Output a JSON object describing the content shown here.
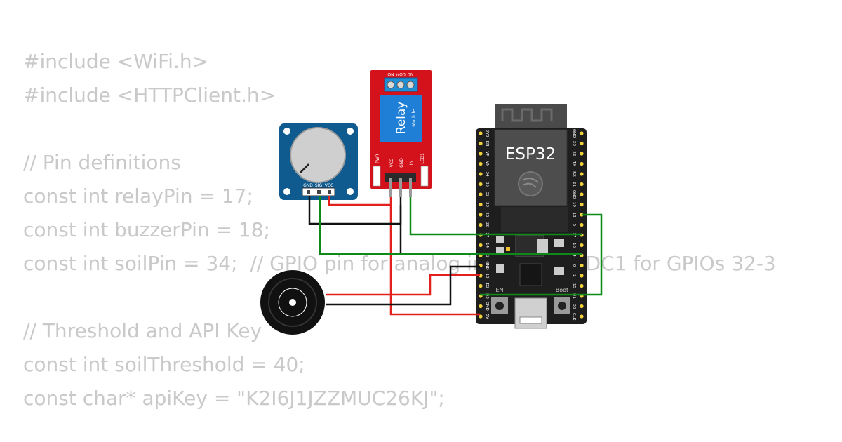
{
  "code": {
    "lines": [
      "#include <WiFi.h>",
      "#include <HTTPClient.h>",
      "",
      "// Pin definitions",
      "const int relayPin = 17;",
      "const int buzzerPin = 18;",
      "const int soilPin = 34;  // GPIO pin for analog input (use ADC1 for GPIOs 32-3",
      "",
      "// Threshold and API Key",
      "const int soilThreshold = 40;",
      "const char* apiKey = \"K2I6J1JZZMUC26KJ\";"
    ]
  },
  "relay": {
    "title": "Relay",
    "subtitle": "Module",
    "terminal_labels": [
      "NO",
      "COM",
      "NC"
    ],
    "pin_labels": [
      "VCC",
      "GND",
      "IN"
    ],
    "led_labels": [
      "PWR",
      "LED1"
    ]
  },
  "potentiometer": {
    "pin_labels": [
      "GND",
      "SIG",
      "VCC"
    ]
  },
  "esp32": {
    "label": "ESP32",
    "buttons": [
      "EN",
      "Boot"
    ],
    "left_pins": [
      "3V3",
      "EN",
      "VP",
      "VN",
      "34",
      "35",
      "32",
      "33",
      "25",
      "26",
      "27",
      "14",
      "12",
      "GND",
      "13",
      "D2",
      "D3",
      "CMD",
      "5V"
    ],
    "right_pins": [
      "GND",
      "23",
      "22",
      "TX",
      "RX",
      "21",
      "GND",
      "19",
      "18",
      "5",
      "17",
      "16",
      "4",
      "0",
      "2",
      "15",
      "D1",
      "D0",
      "CLK"
    ]
  },
  "colors": {
    "wire_red": "#e3211c",
    "wire_black": "#111111",
    "wire_green": "#0e8a1a",
    "relay_board": "#d3121b",
    "relay_label_bg": "#1f7fd6",
    "pot_board": "#0f5a8f",
    "esp32_board": "#1e1e1e",
    "esp32_shield": "#4a4a4a",
    "code_text": "#c9c9c9"
  }
}
